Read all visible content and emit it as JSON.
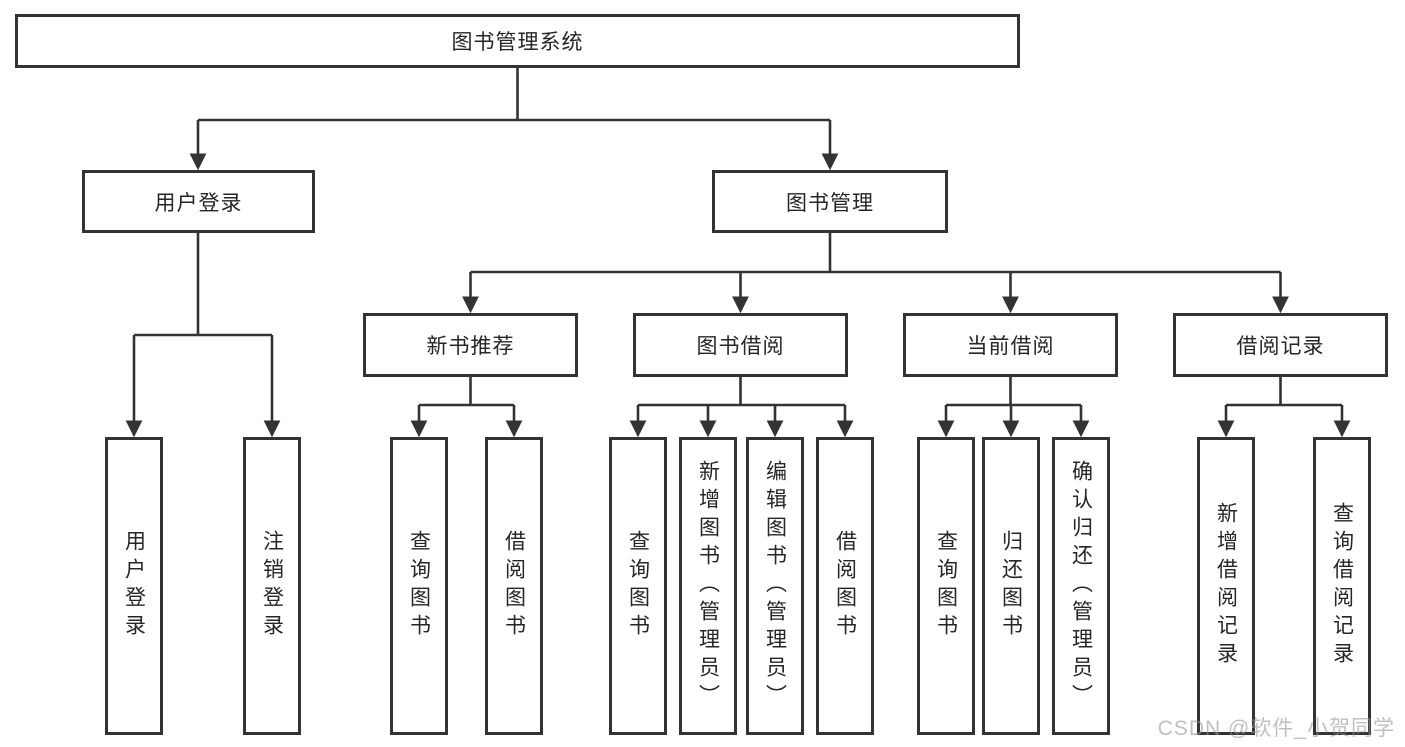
{
  "title": "图书管理系统",
  "tree": {
    "root": {
      "label": "图书管理系统"
    },
    "branches": [
      {
        "label": "用户登录",
        "leaves": [
          "用户登录",
          "注销登录"
        ]
      },
      {
        "label": "图书管理",
        "groups": [
          {
            "label": "新书推荐",
            "leaves": [
              "查询图书",
              "借阅图书"
            ]
          },
          {
            "label": "图书借阅",
            "leaves": [
              "查询图书",
              "新增图书（管理员）",
              "编辑图书（管理员）",
              "借阅图书"
            ]
          },
          {
            "label": "当前借阅",
            "leaves": [
              "查询图书",
              "归还图书",
              "确认归还（管理员）"
            ]
          },
          {
            "label": "借阅记录",
            "leaves": [
              "新增借阅记录",
              "查询借阅记录"
            ]
          }
        ]
      }
    ]
  },
  "watermark": "CSDN @软件_小贺同学",
  "colors": {
    "line": "#333333",
    "box_border": "#333333",
    "box_background": "#ffffff",
    "text": "#262626",
    "watermark": "#969696"
  }
}
